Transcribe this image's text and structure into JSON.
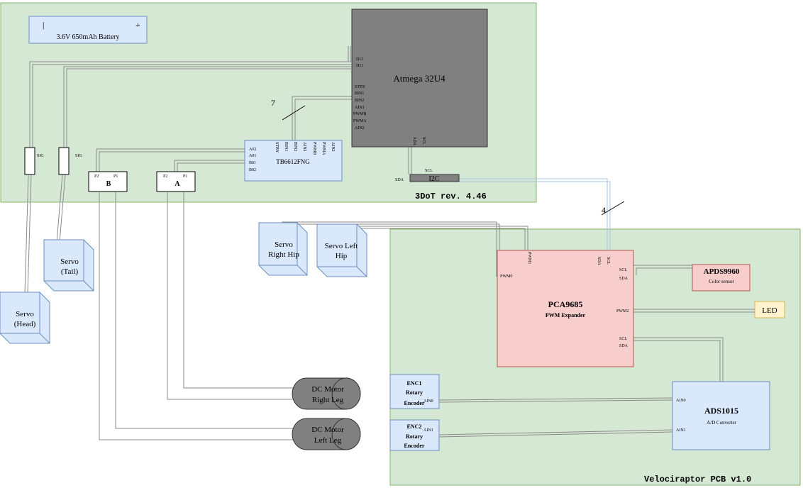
{
  "colors": {
    "board_fill": "#d5e8d4",
    "board_stroke": "#82b366",
    "blue_fill": "#dae8fc",
    "blue_stroke": "#6c8ebf",
    "red_fill": "#f8cecc",
    "red_stroke": "#b85450",
    "gray_fill": "#808080",
    "led_fill": "#fff2cc",
    "led_stroke": "#d6b656",
    "wire_gray": "#8a8a8a",
    "wire_blue": "#a9c4e0"
  },
  "boards": {
    "board_3dot": "3DoT rev. 4.46",
    "board_veloci": "Velociraptor PCB v1.0"
  },
  "battery": {
    "label": "3.6V 650mAh Battery",
    "minus": "|",
    "plus": "+"
  },
  "atmega": {
    "title": "Atmega 32U4",
    "pins_top": [
      "D13",
      "D11"
    ],
    "pins_mid": [
      "STBY",
      "BIN1",
      "BIN2",
      "AIN1",
      "PWMB",
      "PWMA",
      "AIN2"
    ],
    "pin_sda": "SDA",
    "pin_scl": "SCL"
  },
  "bus_count_7": "7",
  "bus_count_4": "4",
  "tb6612": {
    "title": "TB6612FNG",
    "pins_left": [
      "A02",
      "A01",
      "B01",
      "B02"
    ],
    "pins_top": [
      "STBY",
      "BIN1",
      "BIN2",
      "AIN1",
      "PWMB",
      "PWMA",
      "AIN2"
    ]
  },
  "i2c": {
    "title": "I2C",
    "scl": "SCL",
    "sda": "SDA"
  },
  "sig_labels": [
    "SIG",
    "SIG"
  ],
  "connector_b": {
    "title": "B",
    "p2": "P2",
    "p1": "P1"
  },
  "connector_a": {
    "title": "A",
    "p2": "P2",
    "p1": "P1"
  },
  "servos": {
    "head": [
      "Servo",
      "(Head)"
    ],
    "tail": [
      "Servo",
      "(Tail)"
    ],
    "right_hip": [
      "Servo",
      "Right Hip"
    ],
    "left_hip": [
      "Servo Left",
      "Hip"
    ]
  },
  "motors": {
    "right": [
      "DC Motor",
      "Right Leg"
    ],
    "left": [
      "DC Motor",
      "Left Leg"
    ]
  },
  "pca": {
    "title": "PCA9685",
    "subtitle": "PWM Expander",
    "pwm0": "PWM0",
    "pwm1": "PWM1",
    "sda_top": "SDA",
    "scl_top": "SCL",
    "scl_r1": "SCL",
    "sda_r1": "SDA",
    "pwm2": "PWM2",
    "scl_r2": "SCL",
    "sda_r2": "SDA"
  },
  "apds": {
    "title": "APDS9960",
    "subtitle": "Color sensor"
  },
  "led": {
    "title": "LED"
  },
  "ads": {
    "title": "ADS1015",
    "subtitle": "A/D Converter",
    "ain0": "AIN0",
    "ain1": "AIN1"
  },
  "enc1": {
    "title": "ENC1",
    "line2": "Rotary",
    "line3": "Encoder",
    "pin": "AIN0"
  },
  "enc2": {
    "title": "ENC2",
    "line2": "Rotary",
    "line3": "Encoder",
    "pin": "AIN1"
  }
}
